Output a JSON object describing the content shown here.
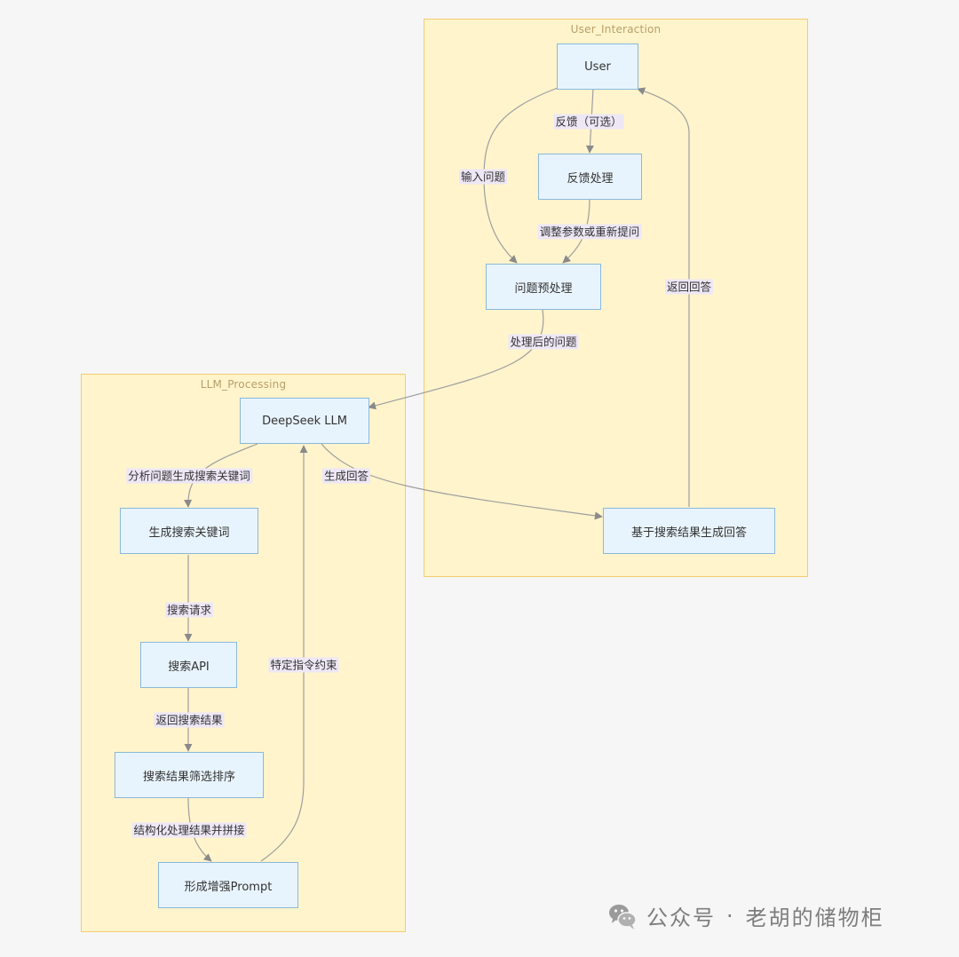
{
  "clusters": {
    "user_interaction": "User_Interaction",
    "llm_processing": "LLM_Processing"
  },
  "nodes": {
    "user": "User",
    "feedback_processing": "反馈处理",
    "question_preprocessing": "问题预处理",
    "deepseek_llm": "DeepSeek LLM",
    "generate_keywords": "生成搜索关键词",
    "search_api": "搜索API",
    "result_filter": "搜索结果筛选排序",
    "enhanced_prompt": "形成增强Prompt",
    "answer_from_results": "基于搜索结果生成回答"
  },
  "edges": {
    "input_question": "输入问题",
    "feedback_optional": "反馈（可选）",
    "adjust_params": "调整参数或重新提问",
    "processed_question": "处理后的问题",
    "return_answer": "返回回答",
    "analyze_question": "分析问题生成搜索关键词",
    "generate_answer": "生成回答",
    "search_request": "搜索请求",
    "return_results": "返回搜索结果",
    "structure_results": "结构化处理结果并拼接",
    "instruction_constraint": "特定指令约束"
  },
  "watermark": {
    "account_label": "公众号",
    "separator": "·",
    "account_name": "老胡的储物柜",
    "icon": "wechat-icon"
  },
  "colors": {
    "cluster_fill": "#fff4cc",
    "cluster_border": "#f5cd6e",
    "node_fill": "#e8f4fd",
    "node_border": "#8ab8dc",
    "edge_label_bg": "#ede7f6",
    "edge_line": "#9e9e9e"
  }
}
